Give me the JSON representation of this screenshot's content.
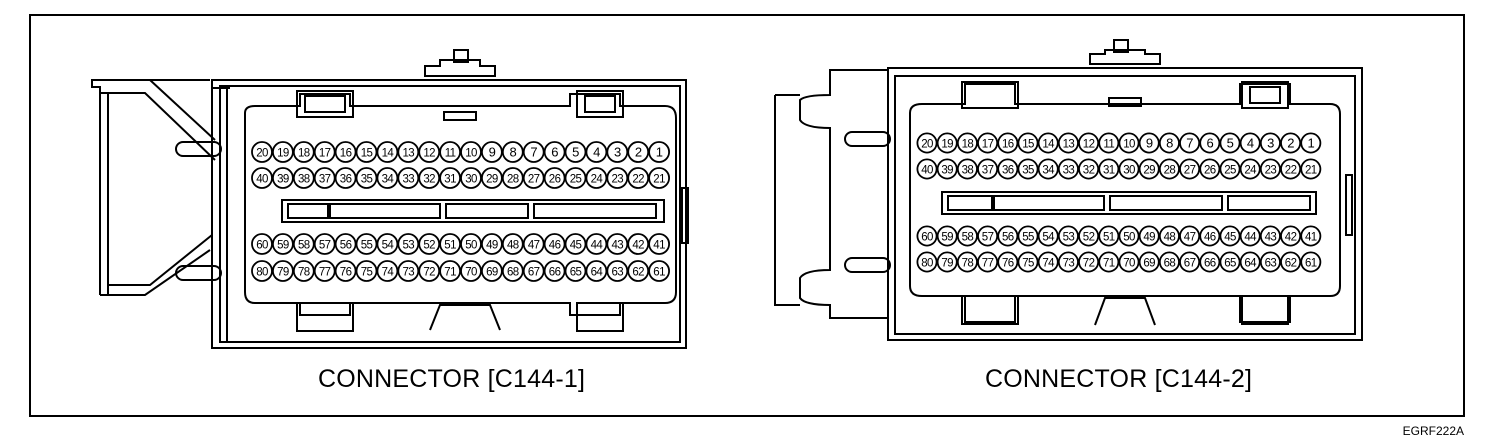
{
  "figure": {
    "reference_code": "EGRF222A",
    "connectors": [
      {
        "id": "c144-1",
        "label": "CONNECTOR [C144-1]",
        "rows": [
          {
            "pins": [
              20,
              19,
              18,
              17,
              16,
              15,
              14,
              13,
              12,
              11,
              10,
              9,
              8,
              7,
              6,
              5,
              4,
              3,
              2,
              1
            ]
          },
          {
            "pins": [
              40,
              39,
              38,
              37,
              36,
              35,
              34,
              33,
              32,
              31,
              30,
              29,
              28,
              27,
              26,
              25,
              24,
              23,
              22,
              21
            ]
          },
          {
            "pins": [
              60,
              59,
              58,
              57,
              56,
              55,
              54,
              53,
              52,
              51,
              50,
              49,
              48,
              47,
              46,
              45,
              44,
              43,
              42,
              41
            ]
          },
          {
            "pins": [
              80,
              79,
              78,
              77,
              76,
              75,
              74,
              73,
              72,
              71,
              70,
              69,
              68,
              67,
              66,
              65,
              64,
              63,
              62,
              61
            ]
          }
        ]
      },
      {
        "id": "c144-2",
        "label": "CONNECTOR [C144-2]",
        "rows": [
          {
            "pins": [
              20,
              19,
              18,
              17,
              16,
              15,
              14,
              13,
              12,
              11,
              10,
              9,
              8,
              7,
              6,
              5,
              4,
              3,
              2,
              1
            ]
          },
          {
            "pins": [
              40,
              39,
              38,
              37,
              36,
              35,
              34,
              33,
              32,
              31,
              30,
              29,
              28,
              27,
              26,
              25,
              24,
              23,
              22,
              21
            ]
          },
          {
            "pins": [
              60,
              59,
              58,
              57,
              56,
              55,
              54,
              53,
              52,
              51,
              50,
              49,
              48,
              47,
              46,
              45,
              44,
              43,
              42,
              41
            ]
          },
          {
            "pins": [
              80,
              79,
              78,
              77,
              76,
              75,
              74,
              73,
              72,
              71,
              70,
              69,
              68,
              67,
              66,
              65,
              64,
              63,
              62,
              61
            ]
          }
        ]
      }
    ]
  }
}
